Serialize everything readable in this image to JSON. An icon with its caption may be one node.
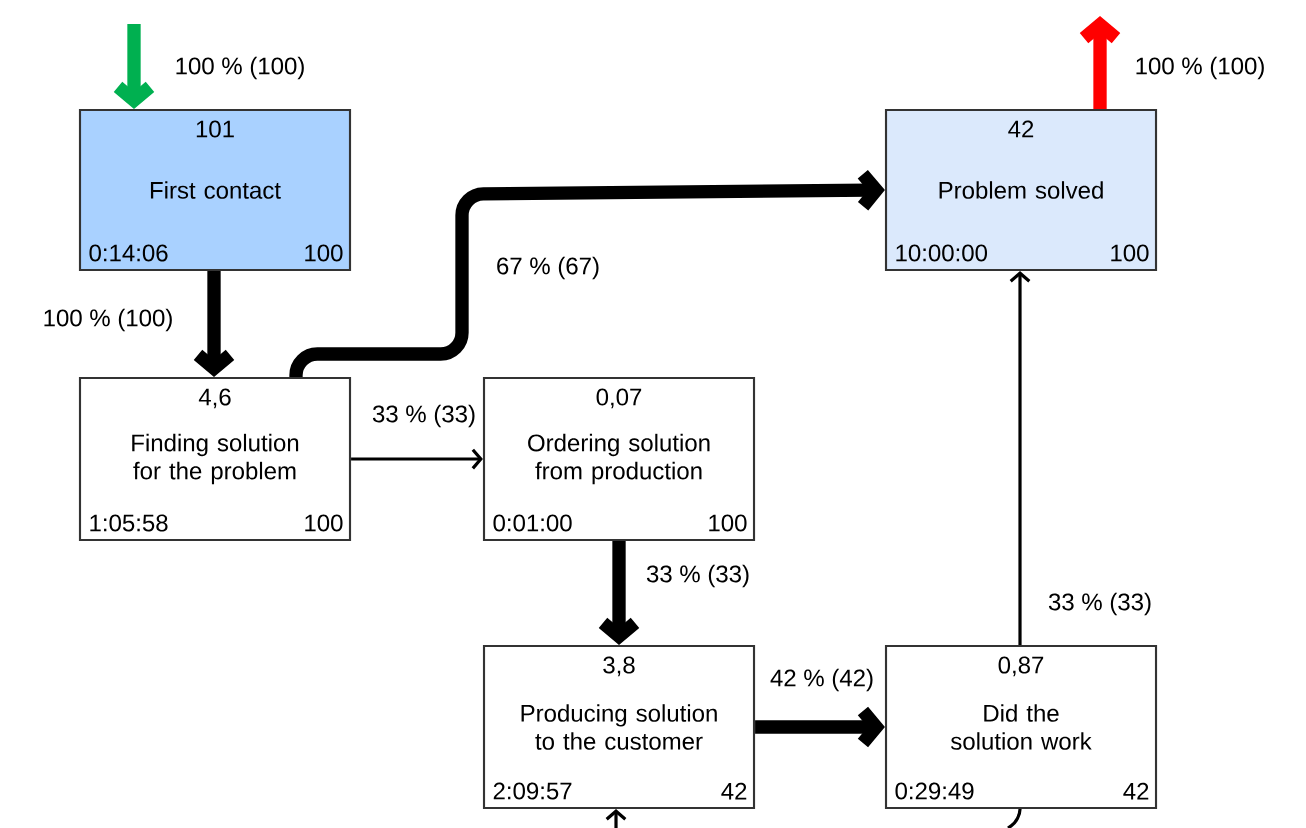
{
  "diagram": {
    "nodes": [
      {
        "text": [
          "101",
          "First contact",
          "0:14:06",
          "100"
        ]
      },
      {
        "text": [
          "42",
          "Problem solved",
          "10:00:00",
          "100"
        ]
      },
      {
        "text": [
          "4,6",
          "Finding solution for the problem",
          "1:05:58",
          "100"
        ]
      },
      {
        "text": [
          "0,07",
          "Ordering solution from production",
          "0:01:00",
          "100"
        ]
      },
      {
        "text": [
          "3,8",
          "Producing solution to the customer",
          "2:09:57",
          "42"
        ]
      },
      {
        "text": [
          "0,87",
          "Did the solution work",
          "0:29:49",
          "42"
        ]
      }
    ],
    "edges": [
      {
        "from": null,
        "to": 0,
        "arrow": "to",
        "label": "100 % (100)",
        "color": "#00b050"
      },
      {
        "from": 1,
        "to": null,
        "arrow": "to",
        "label": "100 % (100)",
        "color": "#ff0000"
      },
      {
        "from": 0,
        "to": 2,
        "arrow": "to",
        "label": "100 % (100)"
      },
      {
        "from": 2,
        "to": 1,
        "arrow": "to",
        "label": "67 % (67)"
      },
      {
        "from": 2,
        "to": 3,
        "arrow": "to",
        "label": "33 % (33)"
      },
      {
        "from": 3,
        "to": 4,
        "arrow": "to",
        "label": "33 % (33)"
      },
      {
        "from": 4,
        "to": 5,
        "arrow": "to",
        "label": "42 % (42)"
      },
      {
        "from": 5,
        "to": 1,
        "arrow": "to",
        "label": "33 % (33)"
      },
      {
        "from": null,
        "to": 4,
        "arrow": "to"
      },
      {
        "from": 5,
        "to": null,
        "arrow": "none"
      }
    ]
  }
}
